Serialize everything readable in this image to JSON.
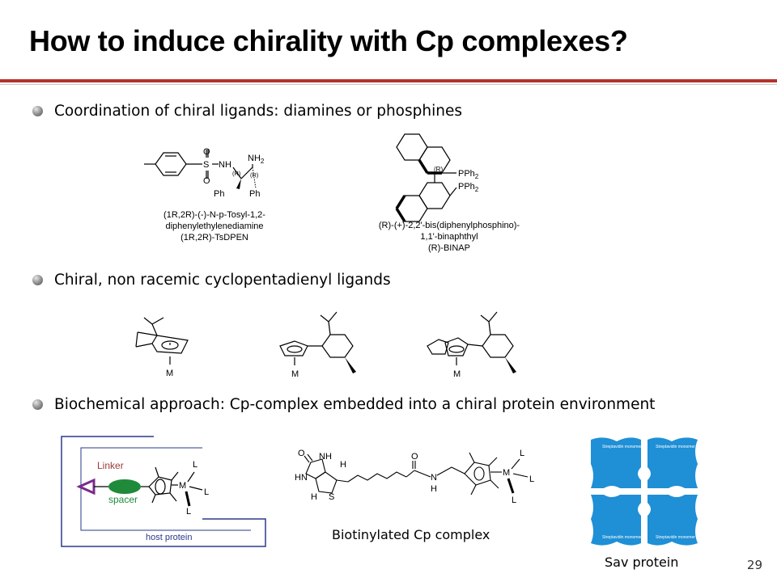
{
  "slide": {
    "title": "How to induce chirality with Cp complexes?",
    "page_number": "29"
  },
  "bullets": [
    "Coordination of chiral ligands: diamines or phosphines",
    "Chiral, non racemic cyclopentadienyl ligands",
    "Biochemical approach: Cp-complex embedded into a chiral protein environment"
  ],
  "tsdpen": {
    "o_top": "O",
    "s": "S",
    "o_bot": "O",
    "nh": "NH",
    "nh2": "NH",
    "nh2_sub": "2",
    "r1": "(R)",
    "r2": "(R)",
    "ph1": "Ph",
    "ph2": "Ph",
    "name_line1": "(1R,2R)-(-)-N-p-Tosyl-1,2-",
    "name_line2": "diphenylethylenediamine",
    "name_line3": "(1R,2R)-TsDPEN"
  },
  "binap": {
    "r": "(R)",
    "pph2_a": "PPh",
    "pph2_b": "PPh",
    "sub": "2",
    "name_line1": "(R)-(+)-2,2'-bis(diphenylphosphino)-",
    "name_line2": "1,1'-binaphthyl",
    "name_line3": "(R)-BINAP"
  },
  "cp_ligands": {
    "m1": "M",
    "m2": "M",
    "m3": "M"
  },
  "host": {
    "linker": "Linker",
    "spacer": "spacer",
    "m": "M",
    "l1": "L",
    "l2": "L",
    "l3": "L",
    "host_protein": "host protein"
  },
  "biotin": {
    "o1": "O",
    "nh": "NH",
    "hn": "HN",
    "h1": "H",
    "h2": "H",
    "s": "S",
    "o2": "O",
    "n": "N",
    "h3": "H",
    "m": "M",
    "l1": "L",
    "l2": "L",
    "l3": "L",
    "caption": "Biotinylated Cp complex"
  },
  "sav": {
    "q1": "Streptavidin monomer",
    "q2": "Streptavidin monomer",
    "q3": "Streptavidin monomer",
    "q4": "Streptavidin monomer",
    "caption": "Sav protein"
  },
  "colors": {
    "accent_rule": "#b4322c",
    "linker_text": "#9a3a3a",
    "spacer_fill": "#1f8a3a",
    "arrow": "#7a2a8a",
    "host_border": "#2a3a8a",
    "sav_blue": "#1f8fd6"
  }
}
